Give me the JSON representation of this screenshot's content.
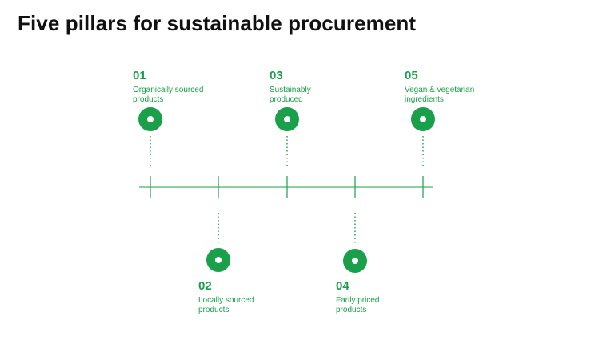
{
  "title": "Five pillars for sustainable procurement",
  "accent_color": "#1a9f4b",
  "pillars": [
    {
      "number": "01",
      "label": "Organically sourced\nproducts",
      "position": "above"
    },
    {
      "number": "02",
      "label": "Locally sourced\nproducts",
      "position": "below"
    },
    {
      "number": "03",
      "label": "Sustainably\nproduced",
      "position": "above"
    },
    {
      "number": "04",
      "label": "Farily priced\nproducts",
      "position": "below"
    },
    {
      "number": "05",
      "label": "Vegan & vegetarian\ningredients",
      "position": "above"
    }
  ]
}
